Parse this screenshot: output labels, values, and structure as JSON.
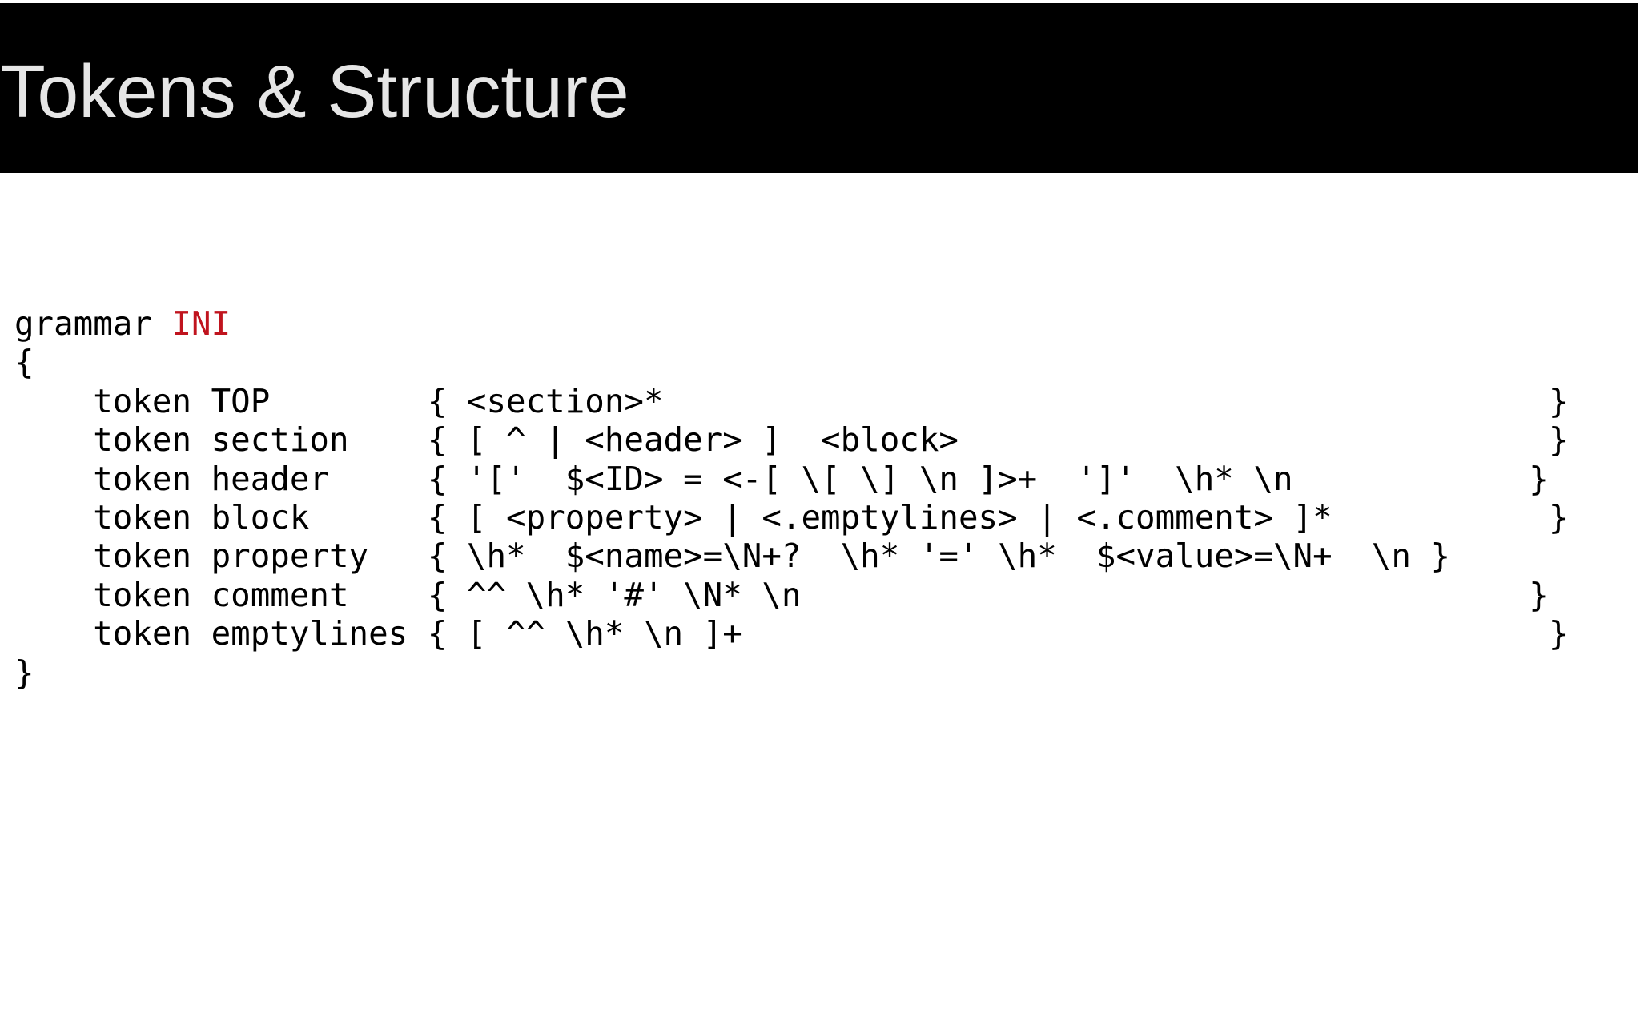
{
  "slide": {
    "title": "Tokens & Structure"
  },
  "code": {
    "grammar_keyword": "grammar ",
    "grammar_name": "INI",
    "open_brace": "{",
    "close_brace": "}",
    "token_lines": [
      "    token TOP        { <section>*                                             }",
      "    token section    { [ ^ | <header> ]  <block>                              }",
      "    token header     { '['  $<ID> = <-[ \\[ \\] \\n ]>+  ']'  \\h* \\n            }",
      "    token block      { [ <property> | <.emptylines> | <.comment> ]*           }",
      "    token property   { \\h*  $<name>=\\N+?  \\h* '=' \\h*  $<value>=\\N+  \\n }",
      "    token comment    { ^^ \\h* '#' \\N* \\n                                     }",
      "    token emptylines { [ ^^ \\h* \\n ]+                                         }"
    ]
  },
  "colors": {
    "title_bar_background": "#000000",
    "title_text": "#e6e6e6",
    "code_text": "#000000",
    "grammar_name": "#c0141e"
  }
}
